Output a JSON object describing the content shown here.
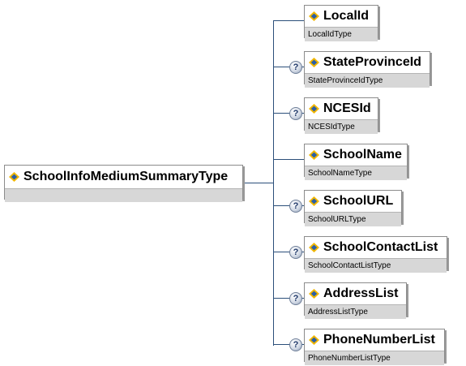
{
  "root": {
    "name": "SchoolInfoMediumSummaryType",
    "type": ""
  },
  "elements": [
    {
      "name": "LocalId",
      "type": "LocalIdType",
      "optional": false
    },
    {
      "name": "StateProvinceId",
      "type": "StateProvinceIdType",
      "optional": true
    },
    {
      "name": "NCESId",
      "type": "NCESIdType",
      "optional": true
    },
    {
      "name": "SchoolName",
      "type": "SchoolNameType",
      "optional": false
    },
    {
      "name": "SchoolURL",
      "type": "SchoolURLType",
      "optional": true
    },
    {
      "name": "SchoolContactList",
      "type": "SchoolContactListType",
      "optional": true
    },
    {
      "name": "AddressList",
      "type": "AddressListType",
      "optional": true
    },
    {
      "name": "PhoneNumberList",
      "type": "PhoneNumberListType",
      "optional": true
    }
  ],
  "optional_marker": "?",
  "icons": {
    "element": "element-icon",
    "optional": "optional-question-icon"
  },
  "colors": {
    "connector": "#1f4e79",
    "type_band": "#d7d7d7",
    "border": "#8c8c8c"
  }
}
